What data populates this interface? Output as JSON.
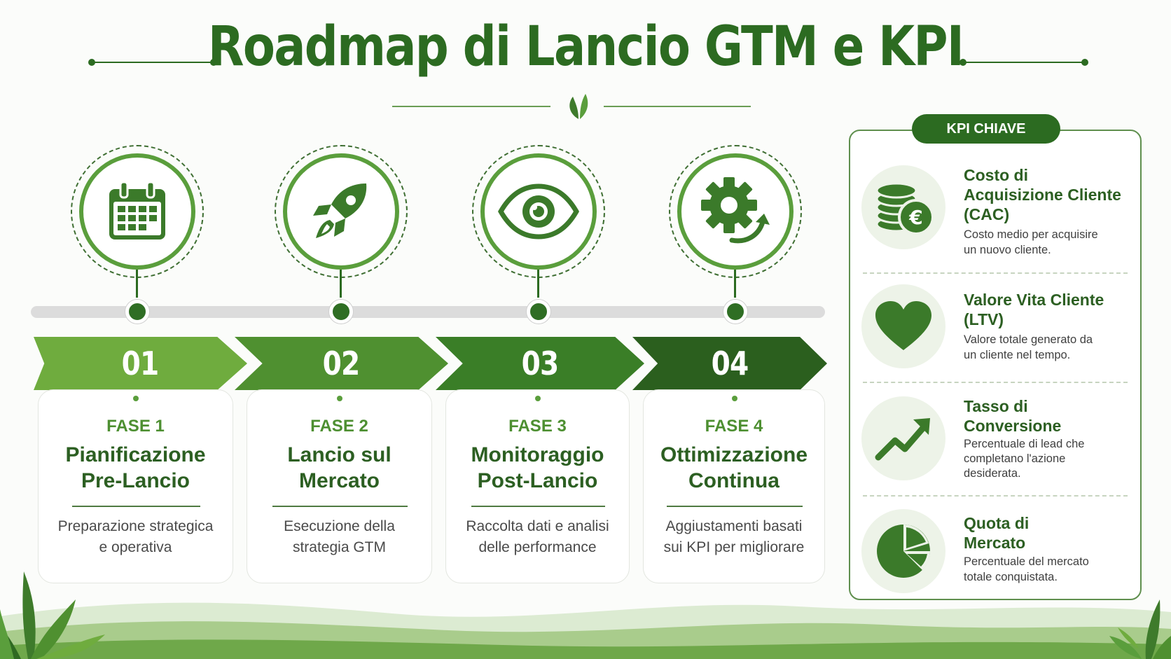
{
  "title": "Roadmap di Lancio GTM e KPI",
  "colors": {
    "dark_green": "#2c6b21",
    "mid_green": "#5a9e3c",
    "light_green": "#7cb342",
    "arrow_1": "#6fac3e",
    "arrow_2": "#4f9030",
    "arrow_3": "#3a7e27",
    "arrow_4": "#2b5f1e"
  },
  "phases": [
    {
      "number": "01",
      "icon": "calendar-icon",
      "label": "FASE 1",
      "title_lines": [
        "Pianificazione",
        "Pre-Lancio"
      ],
      "desc_lines": [
        "Preparazione strategica",
        "e operativa"
      ]
    },
    {
      "number": "02",
      "icon": "rocket-icon",
      "label": "FASE 2",
      "title_lines": [
        "Lancio sul",
        "Mercato"
      ],
      "desc_lines": [
        "Esecuzione della",
        "strategia GTM"
      ]
    },
    {
      "number": "03",
      "icon": "eye-icon",
      "label": "FASE 3",
      "title_lines": [
        "Monitoraggio",
        "Post-Lancio"
      ],
      "desc_lines": [
        "Raccolta dati e analisi",
        "delle performance"
      ]
    },
    {
      "number": "04",
      "icon": "gear-refresh-icon",
      "label": "FASE 4",
      "title_lines": [
        "Ottimizzazione",
        "Continua"
      ],
      "desc_lines": [
        "Aggiustamenti basati",
        "sui KPI per migliorare"
      ]
    }
  ],
  "kpi": {
    "header": "KPI CHIAVE",
    "items": [
      {
        "icon": "coins-euro-icon",
        "title_lines": [
          "Costo di",
          "Acquisizione Cliente",
          "(CAC)"
        ],
        "desc_lines": [
          "Costo medio per acquisire",
          "un nuovo cliente."
        ]
      },
      {
        "icon": "heart-icon",
        "title_lines": [
          "Valore Vita Cliente",
          "(LTV)"
        ],
        "desc_lines": [
          "Valore totale generato da",
          "un cliente nel tempo."
        ]
      },
      {
        "icon": "trend-up-icon",
        "title_lines": [
          "Tasso di",
          "Conversione"
        ],
        "desc_lines": [
          "Percentuale di lead che",
          "completano l'azione",
          "desiderata."
        ]
      },
      {
        "icon": "pie-chart-icon",
        "title_lines": [
          "Quota di",
          "Mercato"
        ],
        "desc_lines": [
          "Percentuale del mercato",
          "totale conquistata."
        ]
      }
    ]
  }
}
